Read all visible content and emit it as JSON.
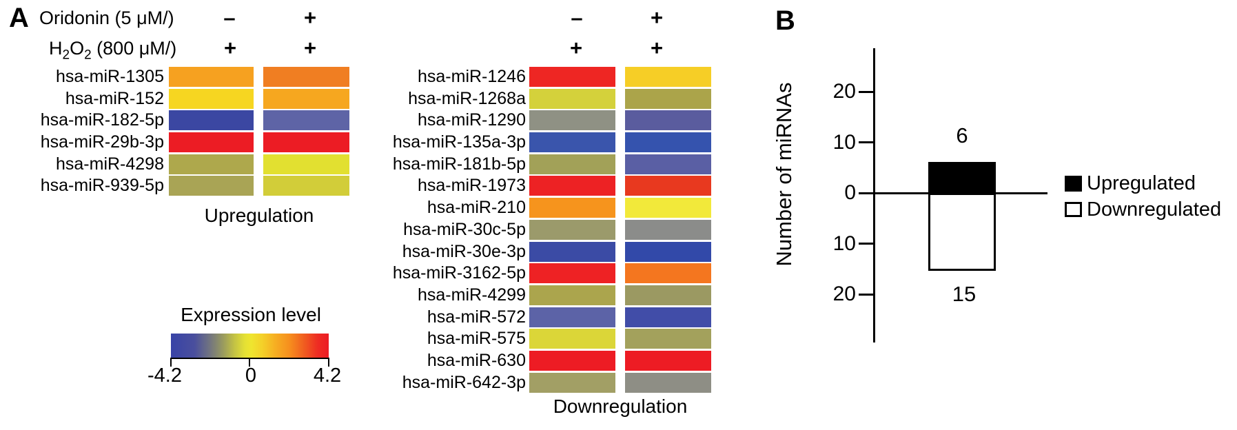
{
  "panel_a": {
    "label": "A",
    "header": {
      "oridonin_label": "Oridonin (5 μM/)",
      "h2o2": {
        "p1": "H",
        "s1": "2",
        "p2": "O",
        "s2": "2",
        "p3": " (800 μM/)"
      },
      "row1_up": [
        "–",
        "+"
      ],
      "row1_down": [
        "–",
        "+"
      ],
      "row2_up": [
        "+",
        "+"
      ],
      "row2_down": [
        "+",
        "+"
      ]
    },
    "scale": {
      "title": "Expression level",
      "min_label": "-4.2",
      "mid_label": "0",
      "max_label": "4.2",
      "gradient_stops": [
        "#3843A7 0%",
        "#4A4F9D 15%",
        "#73767F 25%",
        "#999A5F 33%",
        "#C2C145 40%",
        "#E5E134 47%",
        "#EFE52F 51%",
        "#F4D029 58%",
        "#F6AF22 66%",
        "#F68F1E 75%",
        "#F05A20 85%",
        "#EE2C23 93%",
        "#EC1C24 100%"
      ]
    }
  },
  "panel_b": {
    "label": "B"
  },
  "chart_data": [
    {
      "type": "heatmap",
      "title": "Upregulation",
      "rows": [
        "hsa-miR-1305",
        "hsa-miR-152",
        "hsa-miR-182-5p",
        "hsa-miR-29b-3p",
        "hsa-miR-4298",
        "hsa-miR-939-5p"
      ],
      "columns": [
        {
          "oridonin_5uM": "-",
          "h2o2_800uM": "+"
        },
        {
          "oridonin_5uM": "+",
          "h2o2_800uM": "+"
        }
      ],
      "cell_colors": [
        [
          "#F6A120",
          "#F07E22"
        ],
        [
          "#F6D621",
          "#F6A71F"
        ],
        [
          "#3B47A2",
          "#5E64A6"
        ],
        [
          "#EC1C24",
          "#EC1C24"
        ],
        [
          "#AEA84C",
          "#E2E030"
        ],
        [
          "#A9A455",
          "#D2CD39"
        ]
      ],
      "values_estimated": [
        [
          2.6,
          3.0
        ],
        [
          1.6,
          2.5
        ],
        [
          -3.9,
          -2.9
        ],
        [
          4.2,
          4.2
        ],
        [
          -0.9,
          0.8
        ],
        [
          -1.0,
          0.4
        ]
      ],
      "color_scale": {
        "label": "Expression level",
        "min": -4.2,
        "mid": 0,
        "max": 4.2
      }
    },
    {
      "type": "heatmap",
      "title": "Downregulation",
      "rows": [
        "hsa-miR-1246",
        "hsa-miR-1268a",
        "hsa-miR-1290",
        "hsa-miR-135a-3p",
        "hsa-miR-181b-5p",
        "hsa-miR-1973",
        "hsa-miR-210",
        "hsa-miR-30c-5p",
        "hsa-miR-30e-3p",
        "hsa-miR-3162-5p",
        "hsa-miR-4299",
        "hsa-miR-572",
        "hsa-miR-575",
        "hsa-miR-630",
        "hsa-miR-642-3p"
      ],
      "columns": [
        {
          "oridonin_5uM": "-",
          "h2o2_800uM": "+"
        },
        {
          "oridonin_5uM": "+",
          "h2o2_800uM": "+"
        }
      ],
      "cell_colors": [
        [
          "#EE2623",
          "#F6CE26"
        ],
        [
          "#D4D13B",
          "#ABA44A"
        ],
        [
          "#8F9184",
          "#5A5C9E"
        ],
        [
          "#3A55AC",
          "#3553AE"
        ],
        [
          "#A2A158",
          "#5A5FA4"
        ],
        [
          "#ED2224",
          "#E8391F"
        ],
        [
          "#F6941D",
          "#F2E93A"
        ],
        [
          "#9B9A6B",
          "#8B8C8A"
        ],
        [
          "#3B4BA5",
          "#3249A9"
        ],
        [
          "#EE2224",
          "#F4761F"
        ],
        [
          "#ABA54D",
          "#9B9962"
        ],
        [
          "#5C63A7",
          "#414DA8"
        ],
        [
          "#DBD638",
          "#A3A15C"
        ],
        [
          "#ED1C24",
          "#ED1C24"
        ],
        [
          "#A29F65",
          "#8E8E85"
        ]
      ],
      "values_estimated": [
        [
          4.0,
          1.8
        ],
        [
          0.3,
          -0.9
        ],
        [
          -1.7,
          -2.9
        ],
        [
          -3.7,
          -3.8
        ],
        [
          -1.1,
          -2.9
        ],
        [
          4.1,
          3.7
        ],
        [
          2.7,
          0.9
        ],
        [
          -1.3,
          -1.8
        ],
        [
          -3.8,
          -3.8
        ],
        [
          4.1,
          3.1
        ],
        [
          -0.8,
          -1.3
        ],
        [
          -2.8,
          -3.7
        ],
        [
          0.5,
          -1.1
        ],
        [
          4.2,
          4.2
        ],
        [
          -1.2,
          -1.7
        ]
      ],
      "color_scale": {
        "label": "Expression level",
        "min": -4.2,
        "mid": 0,
        "max": 4.2
      }
    },
    {
      "type": "bar",
      "categories": [
        "Upregulated",
        "Downregulated"
      ],
      "values": [
        6,
        -15
      ],
      "bar_labels": [
        "6",
        "15"
      ],
      "ylabel": "Number of miRNAs",
      "ylim": [
        -25,
        25
      ],
      "ytick_labels": [
        "20",
        "10",
        "0",
        "10",
        "20"
      ],
      "legend": [
        "Upregulated",
        "Downregulated"
      ],
      "legend_position": "right",
      "bar_colors": [
        "#000000",
        "#FFFFFF"
      ]
    }
  ]
}
